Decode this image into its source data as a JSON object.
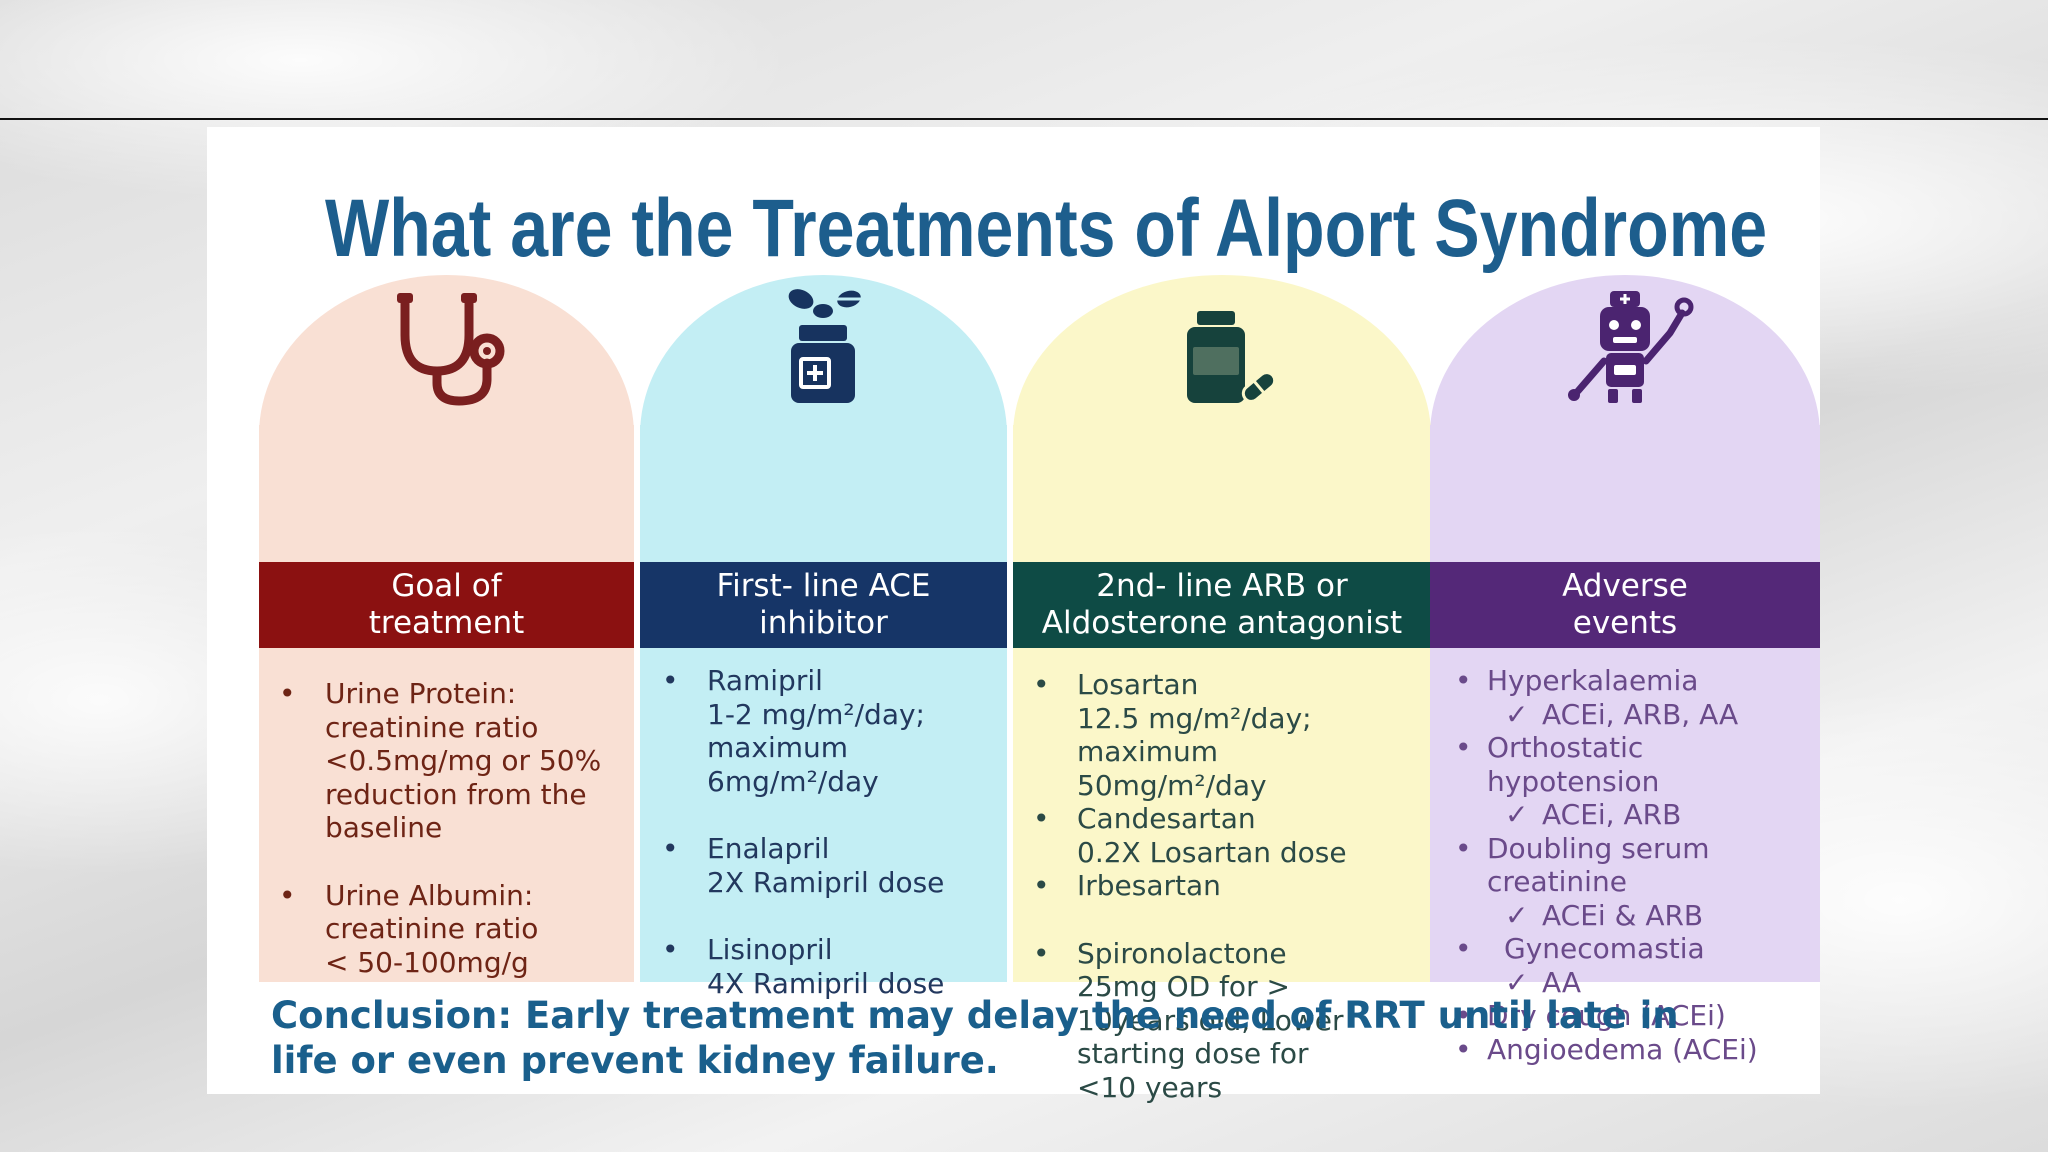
{
  "title": "What are the Treatments of Alport Syndrome",
  "columns": [
    {
      "icon": "stethoscope-icon",
      "header": [
        "Goal of",
        "treatment"
      ],
      "items": [
        {
          "lines": [
            "Urine Protein:",
            "creatinine ratio",
            "<0.5mg/mg or 50%",
            "reduction from the",
            "baseline"
          ]
        },
        {
          "lines": [
            "Urine Albumin:",
            "creatinine ratio",
            "< 50-100mg/g"
          ]
        }
      ]
    },
    {
      "icon": "pill-bottle-icon",
      "header": [
        "First- line ACE",
        "inhibitor"
      ],
      "items": [
        {
          "lines": [
            "Ramipril",
            "1-2 mg/m²/day;",
            "maximum",
            "6mg/m²/day"
          ]
        },
        {
          "lines": [
            "Enalapril",
            "2X Ramipril dose"
          ]
        },
        {
          "lines": [
            "Lisinopril",
            "4X Ramipril dose"
          ]
        }
      ]
    },
    {
      "icon": "medicine-jar-icon",
      "header": [
        "2nd- line ARB or",
        "Aldosterone antagonist"
      ],
      "items": [
        {
          "lines": [
            "Losartan",
            "12.5 mg/m²/day;",
            "maximum",
            "50mg/m²/day"
          ]
        },
        {
          "lines": [
            "Candesartan",
            "0.2X Losartan dose"
          ]
        },
        {
          "lines": [
            "Irbesartan"
          ]
        },
        {
          "lines": [
            "Spironolactone",
            "25mg OD for >",
            "10years old; Lower",
            "starting dose for",
            "<10 years"
          ]
        }
      ]
    },
    {
      "icon": "robot-doctor-icon",
      "header": [
        "Adverse",
        "events"
      ],
      "items": [
        {
          "lines": [
            "Hyperkalaemia"
          ],
          "check": "ACEi, ARB, AA"
        },
        {
          "lines": [
            "Orthostatic",
            "hypotension"
          ],
          "check": "ACEi, ARB"
        },
        {
          "lines": [
            "Doubling serum",
            "creatinine"
          ],
          "check": "ACEi & ARB"
        },
        {
          "lines": [
            "Gynecomastia"
          ],
          "check": "AA"
        },
        {
          "lines": [
            "Dry cough (ACEi)"
          ]
        },
        {
          "lines": [
            "Angioedema (ACEi)"
          ]
        }
      ]
    }
  ],
  "conclusion": [
    "Conclusion: Early treatment may delay the need of RRT until late in",
    "life or even prevent kidney failure."
  ],
  "bullet_char": "•",
  "check_char": "✓",
  "colors": {
    "title": "#1d5e8d",
    "goal_header": "#8b1111",
    "ace_header": "#163567",
    "arb_header": "#0e4b45",
    "adverse_header": "#542878",
    "goal_bg": "#f9e0d4",
    "ace_bg": "#c3eef4",
    "arb_bg": "#fbf7c9",
    "adverse_bg": "#e3d6f3"
  }
}
